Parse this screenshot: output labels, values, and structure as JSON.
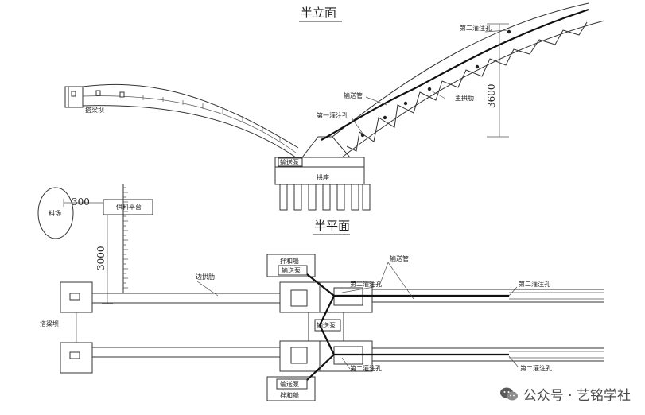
{
  "titles": {
    "half_elevation": "半立面",
    "half_plan": "半平面"
  },
  "labels": {
    "second_grout_hole_top": "第二灌注孔",
    "delivery_pipe_top": "输送管",
    "main_arch_rib": "主拱肋",
    "first_grout_hole": "第一灌注孔",
    "hook_beam_top": "搭梁坝",
    "pump_top": "输送泵",
    "pier": "拱座",
    "mixing_station": "料场",
    "supply_platform": "供料平台",
    "side_arch_rib": "边拱肋",
    "mixer_top": "拌和船",
    "pump_mid_top": "输送泵",
    "delivery_pipe_plan": "输送管",
    "second_grout_hole_plan_a": "第二灌注孔",
    "second_grout_hole_plan_b": "第二灌注孔",
    "second_grout_hole_plan_c": "第二灌注孔",
    "second_grout_hole_plan_d": "第二灌注孔",
    "pump_center": "输送泵",
    "hook_beam_plan": "搭梁坝",
    "pump_bottom": "输送泵",
    "mixer_bottom": "拌和船"
  },
  "dimensions": {
    "height_3600": "3600",
    "dist_300": "300",
    "dist_3000": "3000"
  },
  "watermark": {
    "text": "公众号 · 艺铭学社"
  }
}
